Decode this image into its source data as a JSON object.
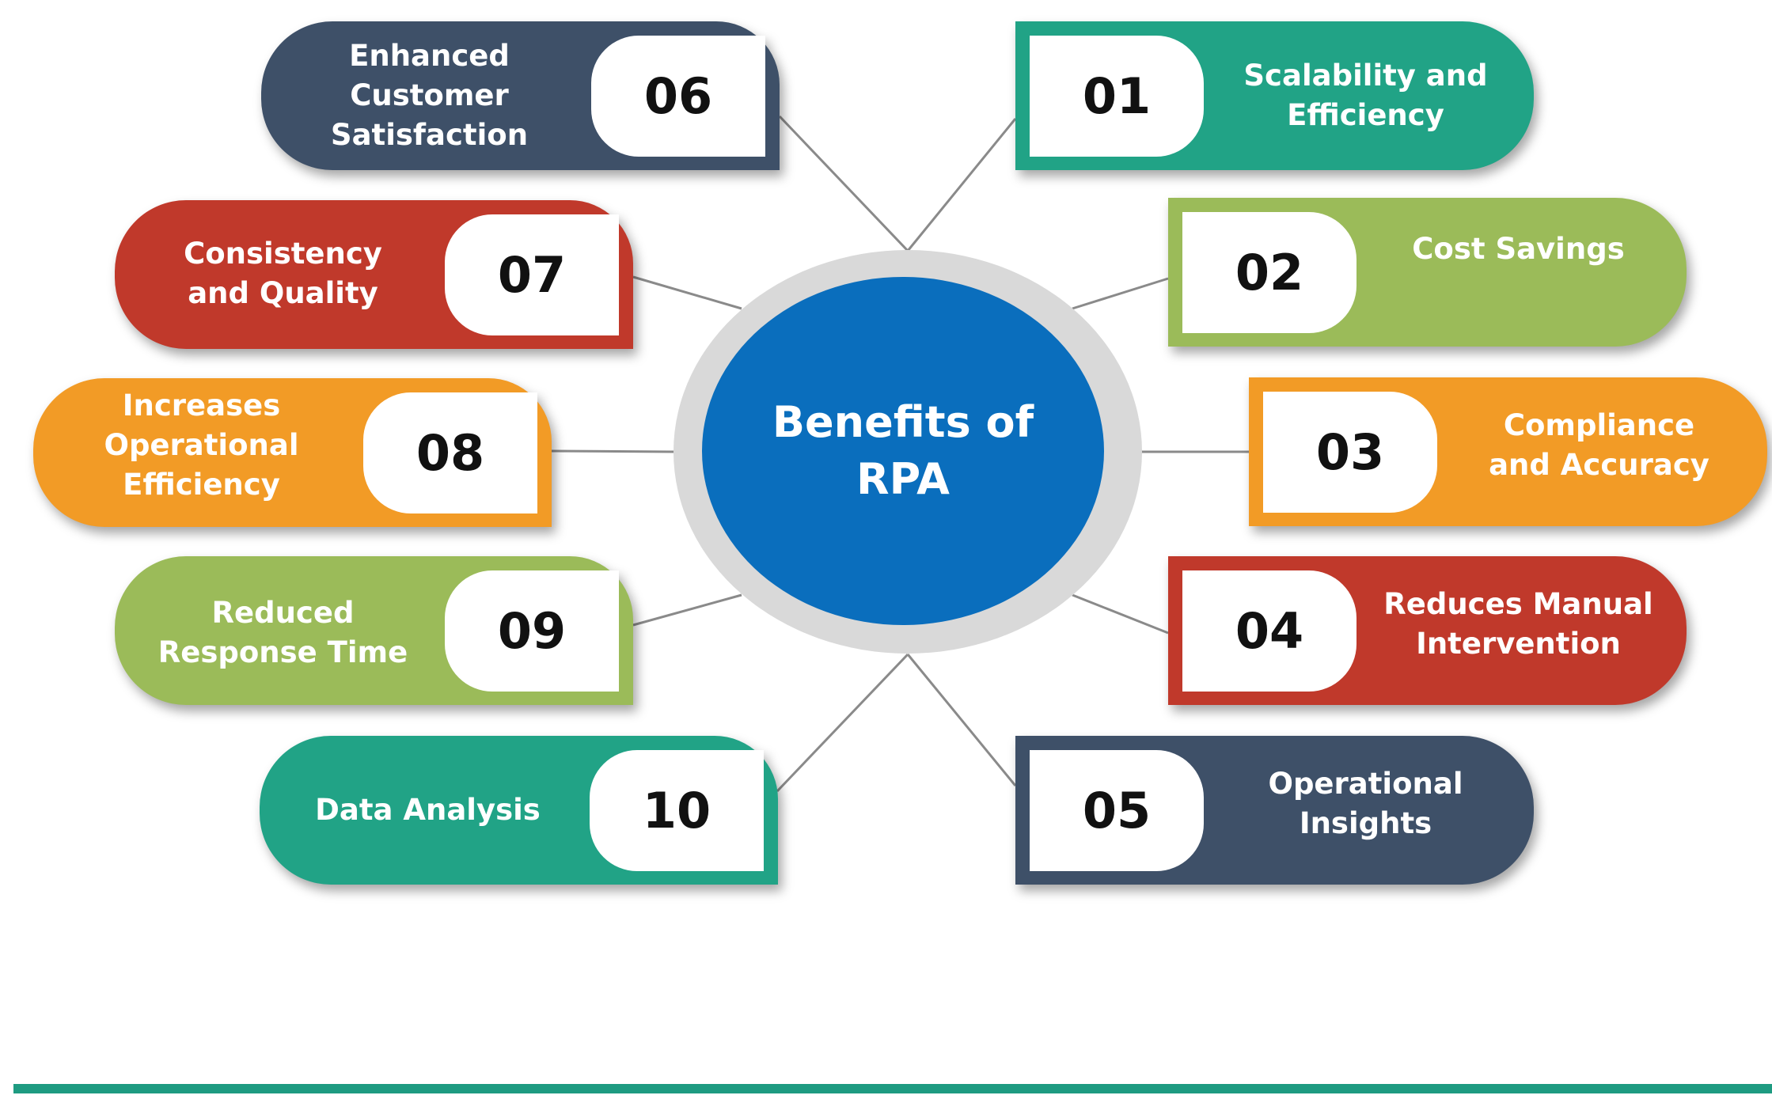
{
  "center": {
    "title": "Benefits of\nRPA"
  },
  "benefits": [
    {
      "num": "01",
      "label": "Scalability and\nEfficiency",
      "color": "#21a386"
    },
    {
      "num": "02",
      "label": "Cost Savings",
      "color": "#9bbb59"
    },
    {
      "num": "03",
      "label": "Compliance\nand Accuracy",
      "color": "#f29b26"
    },
    {
      "num": "04",
      "label": "Reduces Manual\nIntervention",
      "color": "#c0392b"
    },
    {
      "num": "05",
      "label": "Operational\nInsights",
      "color": "#3e5068"
    },
    {
      "num": "06",
      "label": "Enhanced\nCustomer\nSatisfaction",
      "color": "#3e5068"
    },
    {
      "num": "07",
      "label": "Consistency\nand Quality",
      "color": "#c0392b"
    },
    {
      "num": "08",
      "label": "Increases\nOperational\nEfficiency",
      "color": "#f29b26"
    },
    {
      "num": "09",
      "label": "Reduced\nResponse Time",
      "color": "#9bbb59"
    },
    {
      "num": "10",
      "label": "Data Analysis",
      "color": "#21a386"
    }
  ],
  "colors": {
    "hub": "#0a6ebd",
    "hub_ring": "#d9d9d9",
    "connector": "#8a8a8a",
    "footer": "#1e9b81"
  }
}
